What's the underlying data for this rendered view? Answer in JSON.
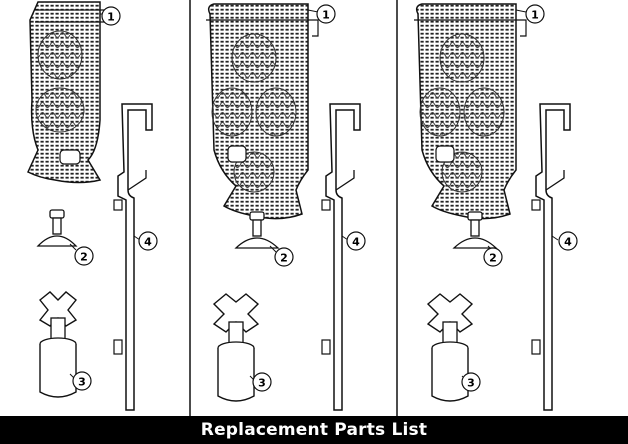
{
  "banner_title": "Replacement Parts List",
  "ink_color": "#111111",
  "panels": [
    {
      "id": "panel-1",
      "callouts": [
        "1",
        "2",
        "3",
        "4"
      ]
    },
    {
      "id": "panel-2",
      "callouts": [
        "1",
        "2",
        "3",
        "4"
      ]
    },
    {
      "id": "panel-3",
      "callouts": [
        "1",
        "2",
        "3",
        "4"
      ]
    }
  ],
  "parts": [
    "filter-cartridge",
    "suction-cup",
    "impeller",
    "hang-on-bracket"
  ]
}
